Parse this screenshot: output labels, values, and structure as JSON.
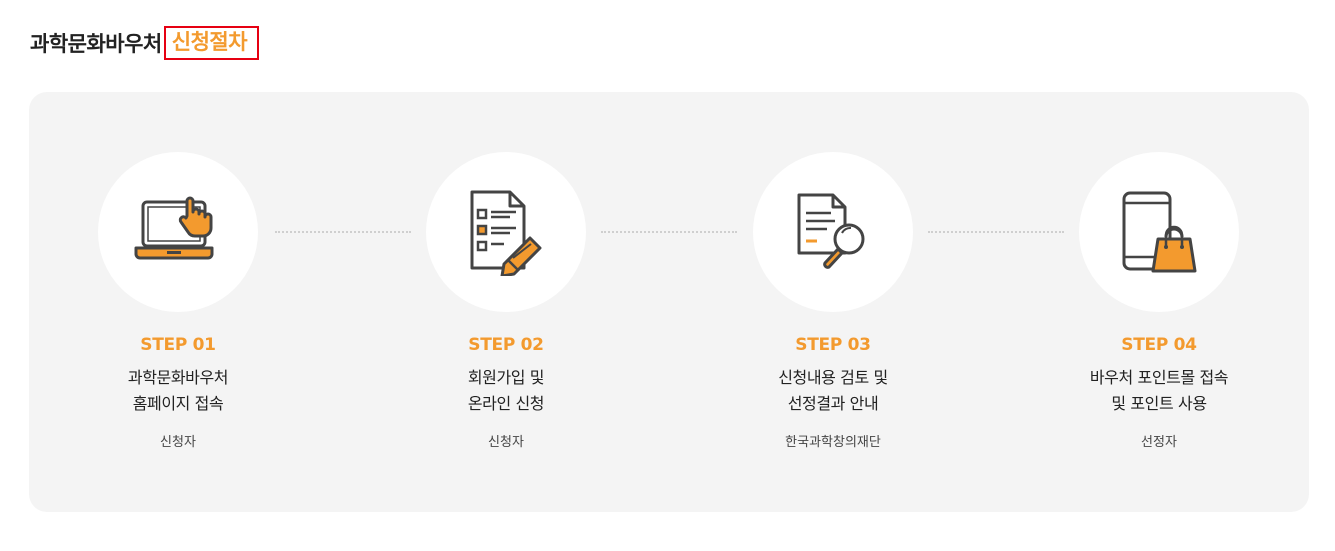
{
  "header": {
    "title_main": "과학문화바우처",
    "title_highlight": "신청절차"
  },
  "colors": {
    "accent": "#f39a2e",
    "highlight_border": "#e60012",
    "panel_bg": "#f4f4f4",
    "icon_stroke": "#444444"
  },
  "steps": [
    {
      "label": "STEP 01",
      "line1": "과학문화바우처",
      "line2": "홈페이지 접속",
      "actor": "신청자",
      "icon": "laptop-hand-icon"
    },
    {
      "label": "STEP 02",
      "line1": "회원가입 및",
      "line2": "온라인 신청",
      "actor": "신청자",
      "icon": "checklist-pencil-icon"
    },
    {
      "label": "STEP 03",
      "line1": "신청내용 검토 및",
      "line2": "선정결과 안내",
      "actor": "한국과학창의재단",
      "icon": "document-search-icon"
    },
    {
      "label": "STEP 04",
      "line1": "바우처 포인트몰 접속",
      "line2": "및 포인트 사용",
      "actor": "선정자",
      "icon": "mobile-shopping-bag-icon"
    }
  ]
}
